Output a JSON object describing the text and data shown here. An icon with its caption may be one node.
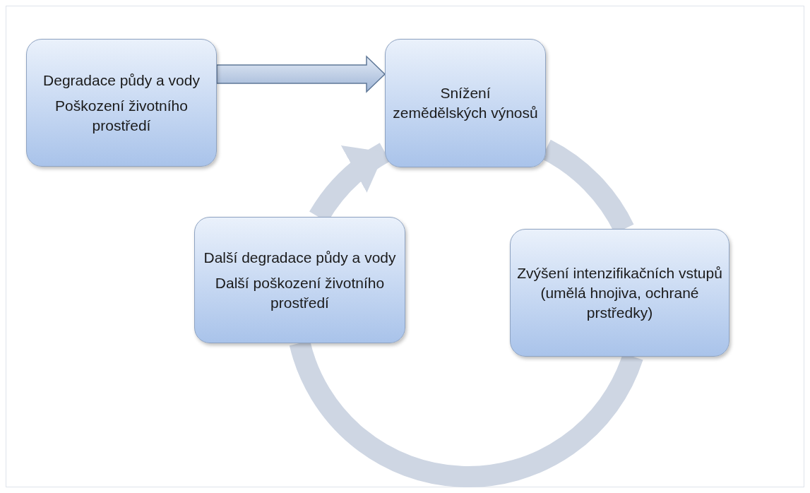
{
  "diagram": {
    "nodes": [
      {
        "text": [
          "Degradace půdy a vody",
          "Poškození životního prostředí"
        ]
      },
      {
        "text": [
          "Snížení zemědělských výnosů"
        ]
      },
      {
        "text": [
          "Zvýšení intenzifikačních vstupů (umělá hnojiva, ochrané prstředky)"
        ]
      },
      {
        "text": [
          "Další degradace půdy a vody",
          "Další poškození životního prostředí"
        ]
      }
    ],
    "edges": [
      {
        "from": 0,
        "to": 1,
        "arrow": "to",
        "style": "thick"
      },
      {
        "from": 1,
        "to": 2,
        "arrow": "none"
      },
      {
        "from": 2,
        "to": 3,
        "arrow": "none"
      },
      {
        "from": 3,
        "to": 1,
        "arrow": "to"
      }
    ]
  }
}
